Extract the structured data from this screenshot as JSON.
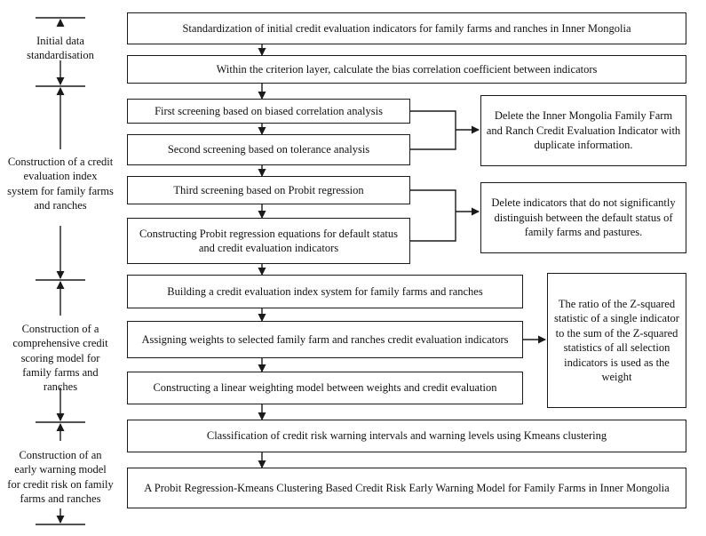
{
  "stages": [
    "Initial data standardisation",
    "Construction of a credit evaluation index system for family farms and ranches",
    "Construction of a comprehensive credit scoring model for family farms and ranches",
    "Construction of an early warning model for credit risk on family farms and ranches"
  ],
  "steps": [
    "Standardization of initial credit evaluation indicators for family farms and ranches in Inner Mongolia",
    "Within the criterion layer, calculate the bias correlation coefficient between indicators",
    "First screening based on biased correlation analysis",
    "Second screening based on tolerance analysis",
    "Third screening based on Probit regression",
    "Constructing Probit regression equations for default status and credit evaluation indicators",
    "Building a credit evaluation index system for family farms and ranches",
    "Assigning weights to selected family farm and ranches credit evaluation indicators",
    "Constructing a linear weighting model between weights and credit evaluation",
    "Classification of credit risk warning intervals and warning levels using Kmeans clustering",
    "A Probit Regression-Kmeans Clustering Based Credit Risk Early Warning Model for Family Farms in Inner Mongolia"
  ],
  "notes": [
    "Delete the Inner Mongolia Family Farm and Ranch Credit Evaluation Indicator with duplicate information.",
    "Delete indicators that do not significantly distinguish between the default status of family farms and pastures.",
    "The ratio of the Z-squared statistic of a single indicator to the sum of the Z-squared statistics of all selection indicators is used as the weight"
  ]
}
